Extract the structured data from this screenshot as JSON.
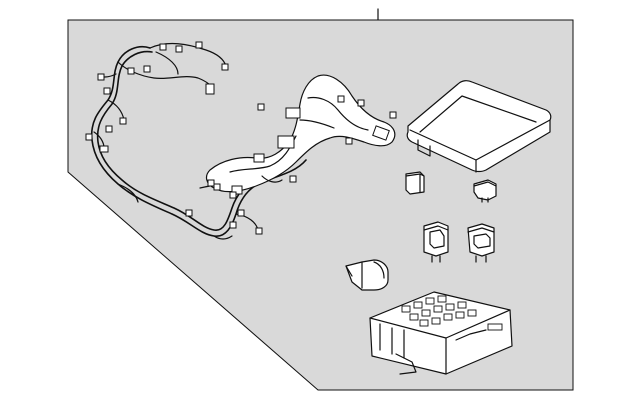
{
  "diagram": {
    "panel_fill": "#d9d9d9",
    "line_color": "#111111",
    "background": "#ffffff",
    "parts": [
      "wiring-harness",
      "fuse-box-cover",
      "relay-small-left",
      "relay-small-right",
      "relay-large-left",
      "relay-large-right",
      "connector-clip",
      "junction-block"
    ]
  }
}
